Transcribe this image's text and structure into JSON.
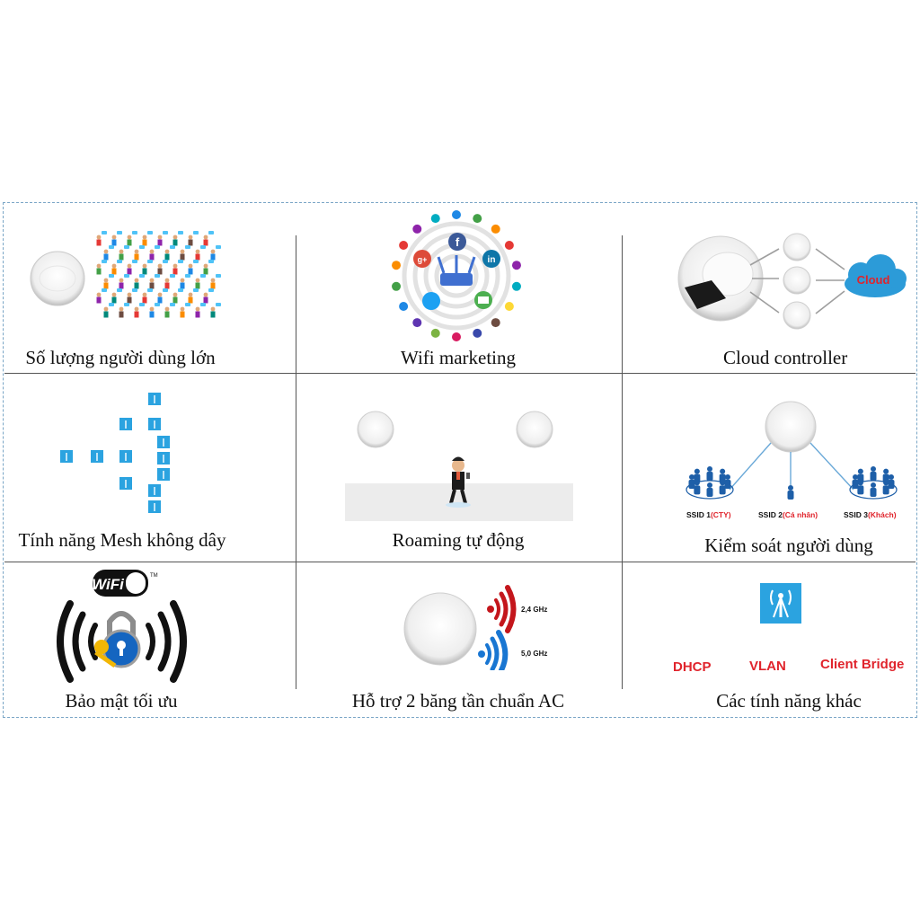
{
  "features": [
    {
      "caption": "Số lượng người dùng lớn"
    },
    {
      "caption": "Wifi marketing"
    },
    {
      "caption": "Cloud controller"
    },
    {
      "caption": "Tính năng Mesh không dây"
    },
    {
      "caption": "Roaming tự động"
    },
    {
      "caption": "Kiểm soát người dùng"
    },
    {
      "caption": "Bảo mật tối ưu"
    },
    {
      "caption": "Hỗ trợ 2 băng tần chuẩn AC"
    },
    {
      "caption": "Các tính năng khác"
    }
  ],
  "cloud_label": "Cloud",
  "ssid_labels": {
    "ssid1": "SSID 1",
    "ssid1_tag": "(CTY)",
    "ssid2": "SSID 2",
    "ssid2_tag": "(Cá nhân)",
    "ssid3": "SSID 3",
    "ssid3_tag": "(Khách)"
  },
  "bands": {
    "band1": "2,4 GHz",
    "band2": "5,0 GHz"
  },
  "other_features": {
    "dhcp": "DHCP",
    "vlan": "VLAN",
    "client_bridge": "Client Bridge"
  },
  "wifi_logo": {
    "text": "WiFi",
    "tm": "TM"
  },
  "colors": {
    "accent_red": "#e0242c",
    "accent_blue": "#1e88e5",
    "wifi_tile": "#2ba3e0",
    "frame": "#7aa6c6"
  }
}
